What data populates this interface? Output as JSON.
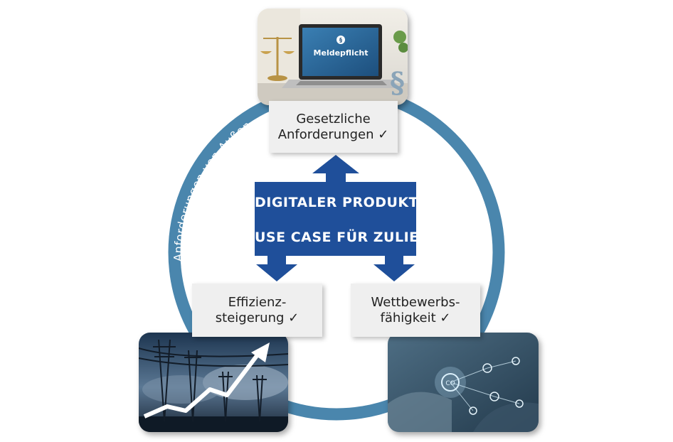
{
  "diagram": {
    "ring_label": "Anforderungen von Außen",
    "center": {
      "line1": "DIGITALER PRODUKTPASS",
      "line2": "USE CASE FÜR ZULIEFERER"
    },
    "boxes": {
      "top": {
        "line1": "Gesetzliche",
        "line2": "Anforderungen ✓"
      },
      "left": {
        "line1": "Effizienz-",
        "line2": "steigerung ✓"
      },
      "right": {
        "line1": "Wettbewerbs-",
        "line2": "fähigkeit ✓"
      }
    },
    "photos": {
      "top": {
        "screen_text": "Meldepflicht",
        "icon": "paragraph-icon"
      },
      "left": {
        "icon": "power-lines-growth-arrow"
      },
      "right": {
        "icon": "digital-network-hand"
      }
    },
    "colors": {
      "ring": "#4a86ad",
      "center": "#1f4f9a",
      "box": "#efefef"
    }
  }
}
